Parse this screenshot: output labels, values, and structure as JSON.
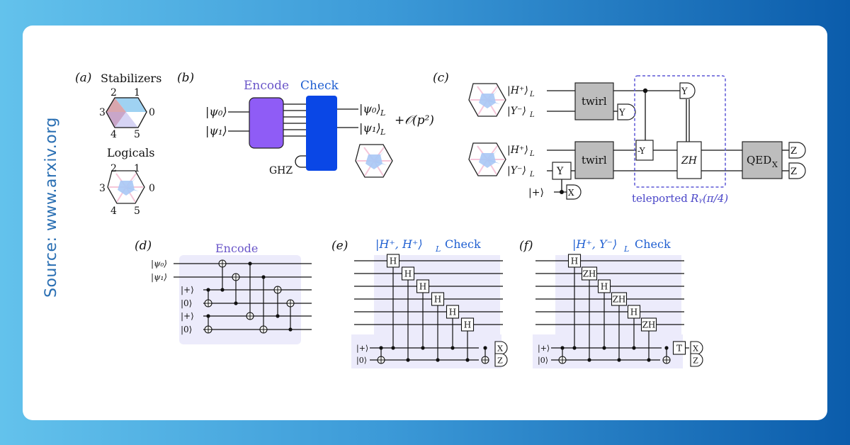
{
  "source": "Source: www.arxiv.org",
  "a": {
    "label": "(a)",
    "stabilizers_title": "Stabilizers",
    "logicals_title": "Logicals",
    "vertex_labels": [
      "2",
      "1",
      "3",
      "0",
      "4",
      "5"
    ]
  },
  "b": {
    "label": "(b)",
    "encode": "Encode",
    "check": "Check",
    "in0": "|ψ₀⟩",
    "in1": "|ψ₁⟩",
    "out0": "|ψ₀⟩",
    "out1": "|ψ₁⟩",
    "out_sub": "L",
    "error_term": "+𝒪(p²)",
    "ghz": "GHZ"
  },
  "c": {
    "label": "(c)",
    "hplus": "|H⁺⟩",
    "yminus": "|Y⁻⟩",
    "sub": "L",
    "twirl": "twirl",
    "Y": "Y",
    "negY": "-Y",
    "ZH": "ZH",
    "qed": "QED",
    "qed_sub": "X",
    "Z": "Z",
    "X": "X",
    "plus": "|+⟩",
    "teleported": "teleported",
    "rotation": "Rᵧ(π/4)"
  },
  "d": {
    "label": "(d)",
    "title": "Encode",
    "inputs": [
      "|ψ₀⟩",
      "|ψ₁⟩",
      "|+⟩",
      "|0⟩",
      "|+⟩",
      "|0⟩"
    ]
  },
  "e": {
    "label": "(e)",
    "title": "|H⁺, H⁺⟩",
    "title_sub": "L",
    "title_tail": "Check",
    "gates": [
      "H",
      "H",
      "H",
      "H",
      "H",
      "H"
    ],
    "anc": [
      "|+⟩",
      "|0⟩"
    ],
    "meas": [
      "X",
      "Z"
    ]
  },
  "f": {
    "label": "(f)",
    "title": "|H⁺, Y⁻⟩",
    "title_sub": "L",
    "title_tail": "Check",
    "gates": [
      "H",
      "ZH",
      "H",
      "ZH",
      "H",
      "ZH"
    ],
    "anc": [
      "|+⟩",
      "|0⟩"
    ],
    "T": "T",
    "meas": [
      "X",
      "Z"
    ]
  },
  "colors": {
    "encode_box": "#8f5cf6",
    "check_box": "#0a47e6",
    "panel_bg": "#ecebfb",
    "dash": "#5b57d6",
    "teleport_text": "#4a46c8",
    "accent_blue": "#1f5fd1"
  }
}
